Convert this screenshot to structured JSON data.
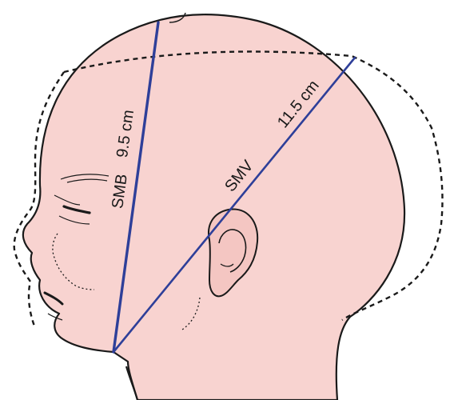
{
  "diagram": {
    "labels": {
      "smb_name": "SMB",
      "smb_measure": "9.5 cm",
      "smv_name": "SMV",
      "smv_measure": "11.5 cm"
    },
    "colors": {
      "skin": "#f8d3d0",
      "outline": "#1a1a1a",
      "measure_line": "#2e3f99",
      "dashed_outline": "#1a1a1a"
    }
  }
}
